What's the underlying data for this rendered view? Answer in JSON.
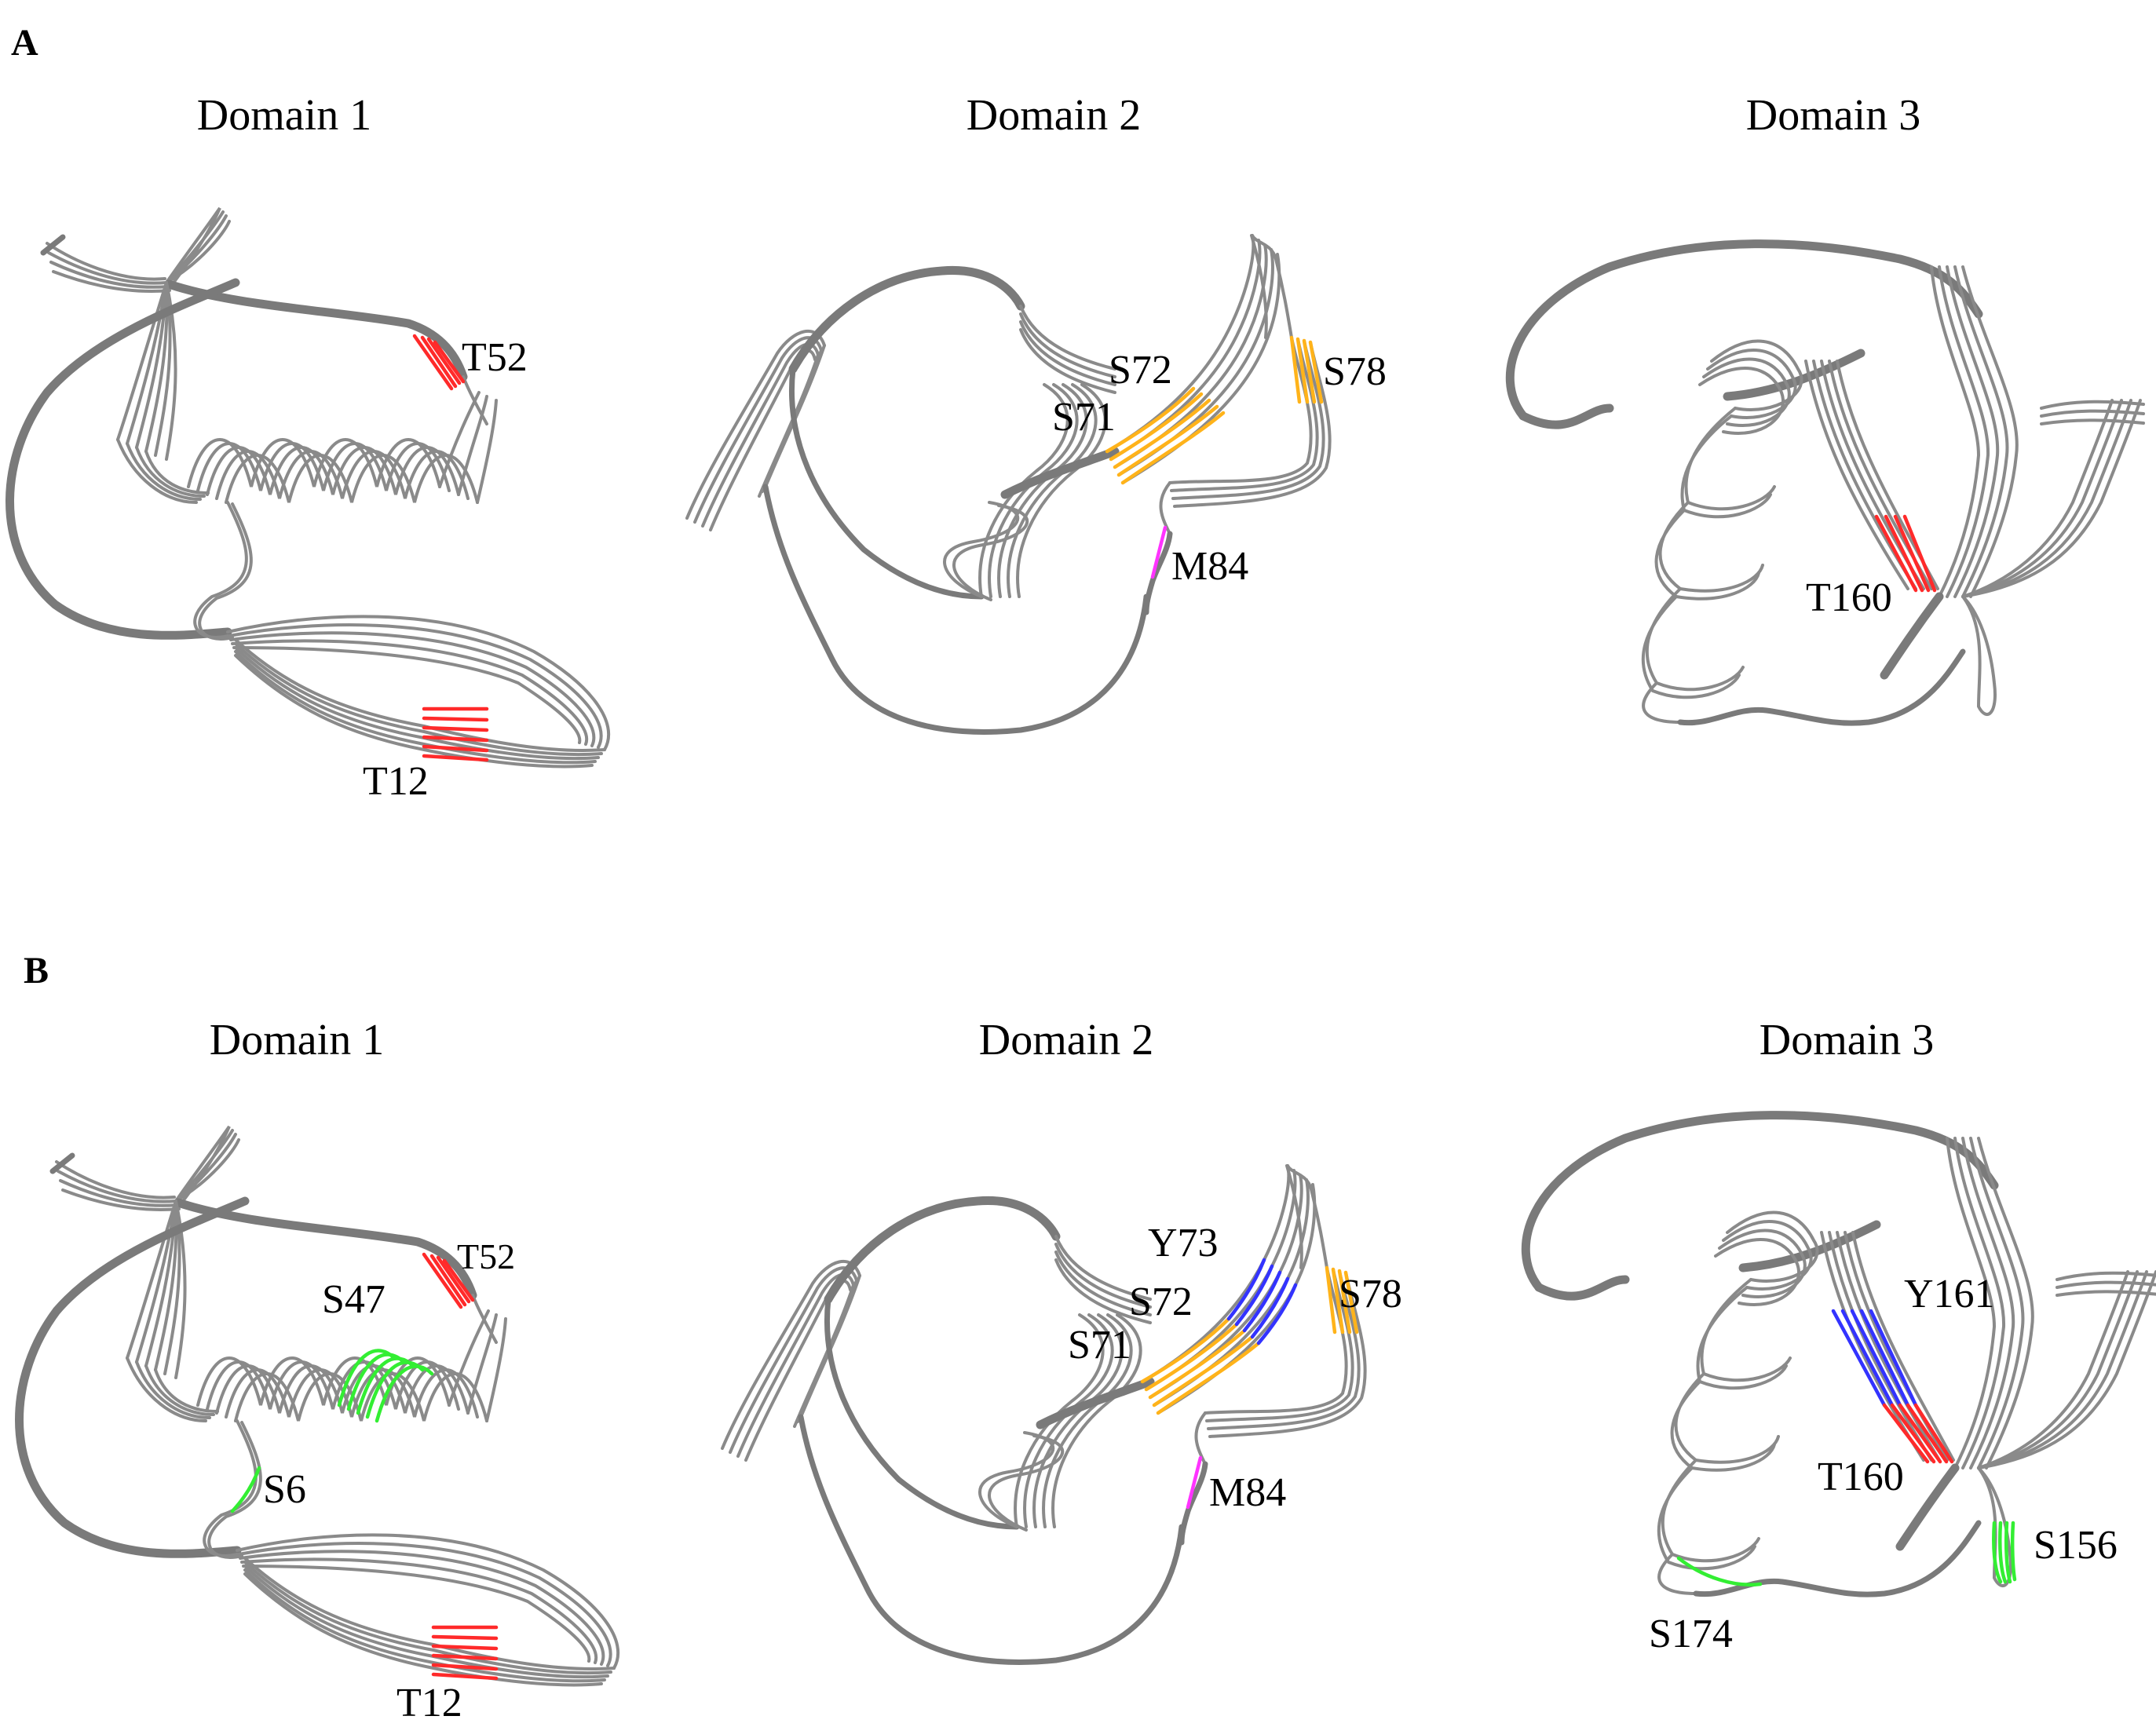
{
  "colors": {
    "backbone": "#8a8a8a",
    "threonine_red": "#ff2a2a",
    "serine_orange": "#ffb31a",
    "methionine_magenta": "#ff33ff",
    "tyrosine_blue": "#3333ff",
    "serine_green": "#33ee33"
  },
  "panels": [
    {
      "letter": "A",
      "domains": [
        {
          "title": "Domain 1",
          "labels": [
            "T52",
            "T12"
          ]
        },
        {
          "title": "Domain 2",
          "labels": [
            "S72",
            "S71",
            "S78",
            "M84"
          ]
        },
        {
          "title": "Domain 3",
          "labels": [
            "T160"
          ]
        }
      ]
    },
    {
      "letter": "B",
      "domains": [
        {
          "title": "Domain 1",
          "labels": [
            "T52",
            "S47",
            "S6",
            "T12"
          ]
        },
        {
          "title": "Domain 2",
          "labels": [
            "Y73",
            "S72",
            "S71",
            "S78",
            "M84"
          ]
        },
        {
          "title": "Domain 3",
          "labels": [
            "Y161",
            "T160",
            "S156",
            "S174"
          ]
        }
      ]
    }
  ]
}
